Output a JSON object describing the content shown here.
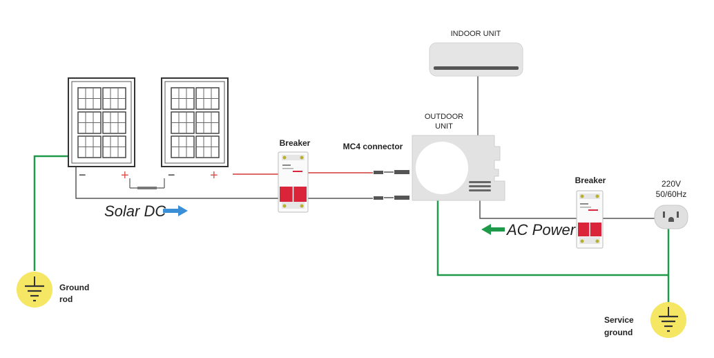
{
  "labels": {
    "indoor_unit": "INDOOR UNIT",
    "outdoor_unit_line1": "OUTDOOR",
    "outdoor_unit_line2": "UNIT",
    "breaker_left": "Breaker",
    "breaker_right": "Breaker",
    "mc4_connector": "MC4 connector",
    "solar_dc": "Solar DC",
    "ac_power": "AC Power",
    "voltage_line1": "220V",
    "voltage_line2": "50/60Hz",
    "ground_rod_line1": "Ground",
    "ground_rod_line2": "rod",
    "service_ground_line1": "Service",
    "service_ground_line2": "ground"
  },
  "panel_marks": {
    "minus": "−",
    "plus": "+"
  },
  "colors": {
    "dc_positive": "#d9534f",
    "dc_negative": "#555555",
    "ground_wire": "#1f9a4a",
    "ground_symbol_fill": "#f5e663",
    "solar_arrow": "#3a8fd6",
    "ac_arrow": "#1f9a4a",
    "breaker_red": "#d9243a"
  }
}
